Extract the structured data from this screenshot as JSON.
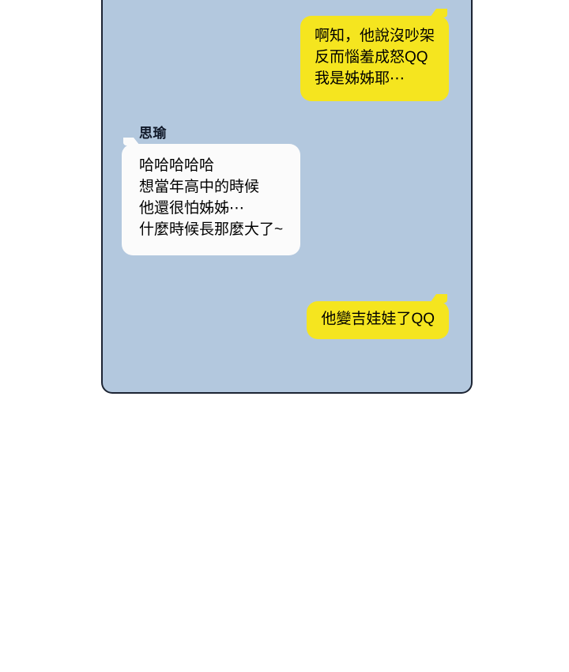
{
  "app": {
    "type": "chat-conversation-panel",
    "background_color": "#b3c8de",
    "border_color": "#1c2433",
    "page_background": "#ffffff"
  },
  "conversation": {
    "messages": [
      {
        "id": "msg-1",
        "side": "outgoing",
        "sender": "",
        "bubble_color": "#f5e51f",
        "text_color": "#000000",
        "text": "啊知，他說沒吵架\n反而惱羞成怒QQ\n我是姊姊耶⋯",
        "lines": [
          "啊知，他說沒吵架",
          "反而惱羞成怒QQ",
          "我是姊姊耶⋯"
        ]
      },
      {
        "id": "msg-2",
        "side": "incoming",
        "sender": "思瑜",
        "bubble_color": "#fbfbfb",
        "text_color": "#000000",
        "text": "哈哈哈哈哈\n想當年高中的時候\n他還很怕姊姊⋯\n什麼時候長那麼大了~",
        "lines": [
          "哈哈哈哈哈",
          "想當年高中的時候",
          "他還很怕姊姊⋯",
          "什麼時候長那麼大了~"
        ]
      },
      {
        "id": "msg-3",
        "side": "outgoing",
        "sender": "",
        "bubble_color": "#f5e51f",
        "text_color": "#000000",
        "text": "他變吉娃娃了QQ",
        "lines": [
          "他變吉娃娃了QQ"
        ]
      }
    ]
  }
}
